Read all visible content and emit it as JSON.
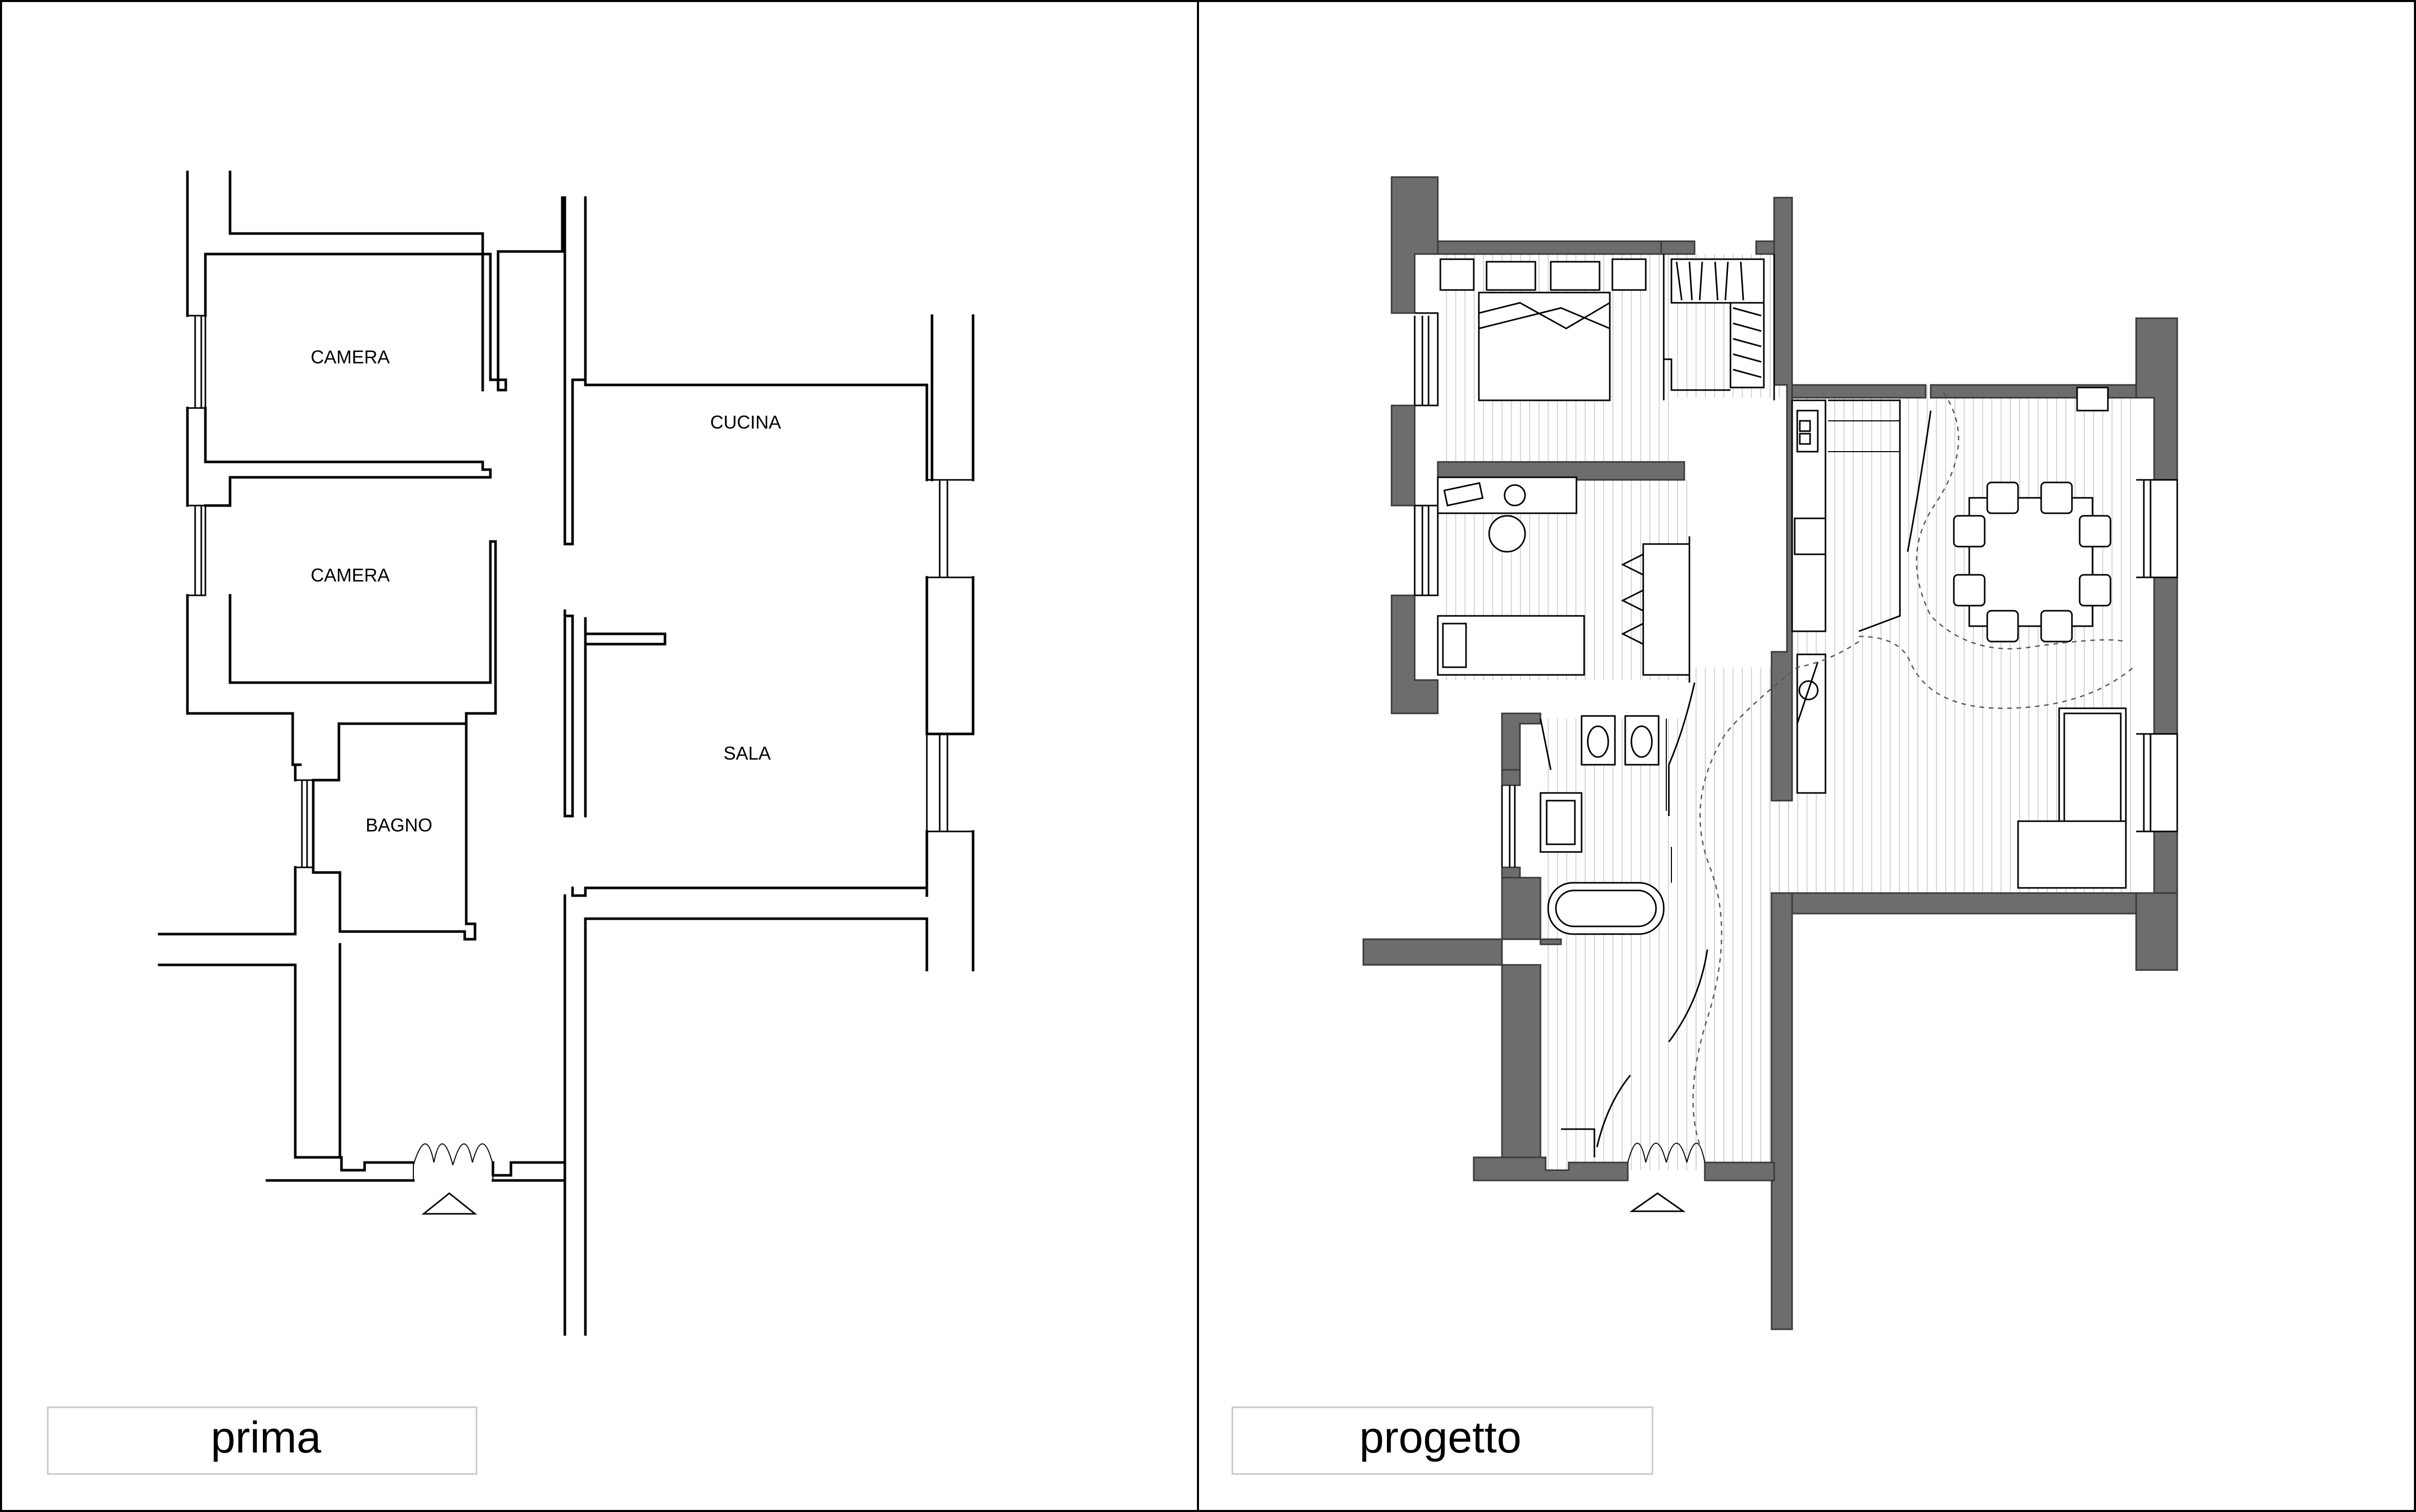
{
  "panels": [
    {
      "caption": "prima",
      "rooms": [
        "CAMERA",
        "CAMERA",
        "CUCINA",
        "SALA",
        "BAGNO"
      ]
    },
    {
      "caption": "progetto"
    }
  ]
}
